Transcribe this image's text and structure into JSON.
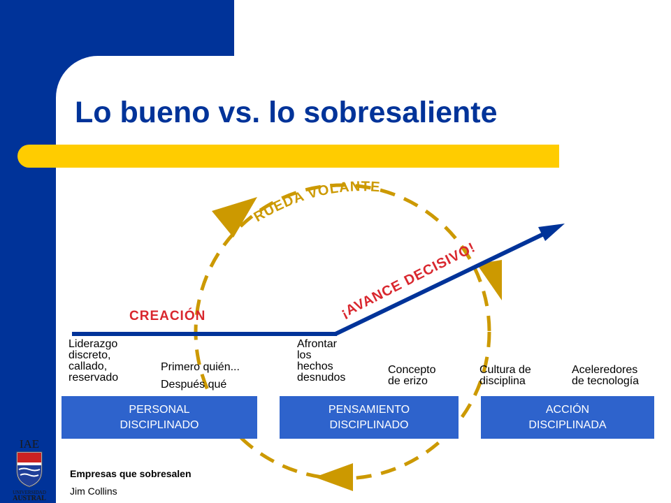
{
  "slide": {
    "title": "Lo bueno vs. lo sobresaliente"
  },
  "diagram": {
    "flywheel_label": "RUEDA VOLANTE",
    "breakthrough_label": "¡AVANCE DECISIVO!",
    "creation_label": "CREACIÓN",
    "concepts": [
      "Liderazgo\ndiscreto,\ncallado,\nreservado",
      "Primero quién...",
      "Después qué",
      "Afrontar\nlos\nhechos\ndesnudos",
      "Concepto\nde erizo",
      "Cultura de\ndisciplina",
      "Aceleredores\nde tecnología"
    ],
    "stages": [
      "PERSONAL\nDISCIPLINADO",
      "PENSAMIENTO\nDISCIPLINADO",
      "ACCIÓN\nDISCIPLINADA"
    ]
  },
  "logo": {
    "line1": "IAE",
    "line2": "UNIVERSIDAD",
    "line3": "AUSTRAL"
  },
  "footer": {
    "book": "Empresas que sobresalen",
    "author": "Jim Collins"
  },
  "colors": {
    "brand_blue": "#003399",
    "accent_yellow": "#ffcc00",
    "flywheel_gold": "#cc9900",
    "stage_blue": "#2e63cc",
    "creation_red": "#d9272e"
  }
}
